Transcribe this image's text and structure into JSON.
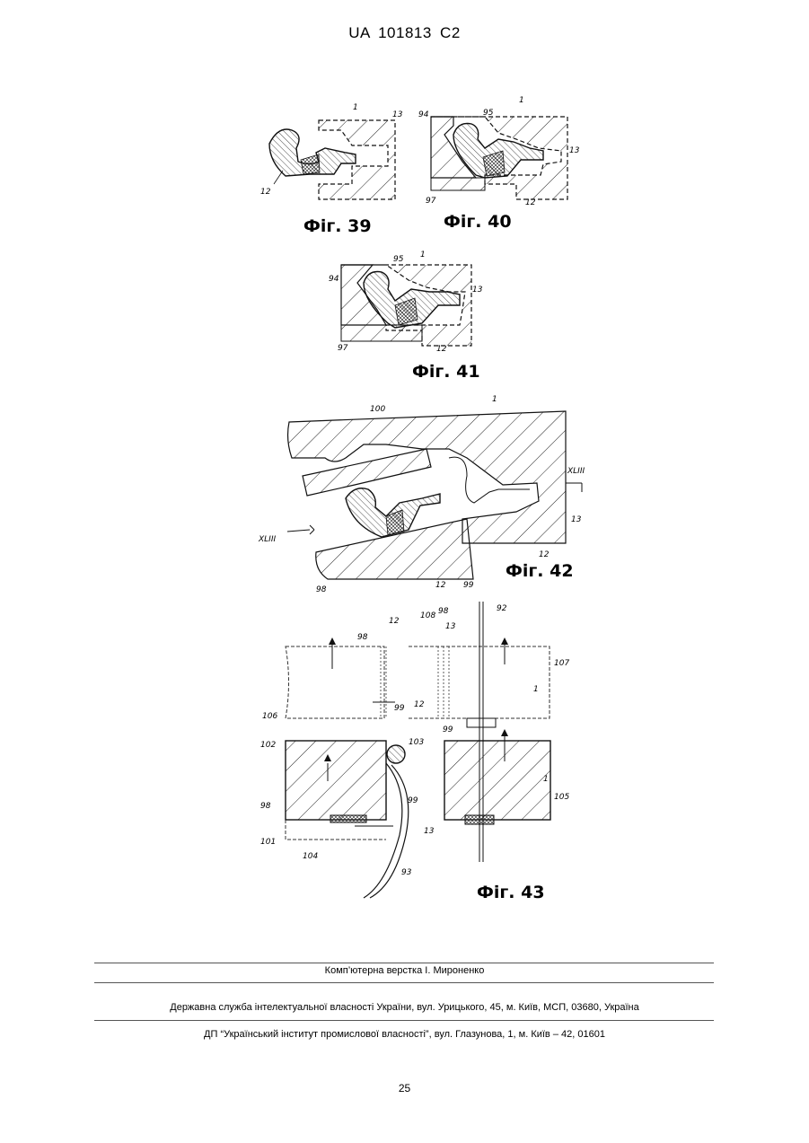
{
  "header": {
    "doc_id": "UA   101813   C2"
  },
  "figures": {
    "fig39": {
      "label": "Фіг. 39",
      "refs": {
        "r1": "1",
        "r13": "13",
        "r12": "12"
      }
    },
    "fig40": {
      "label": "Фіг. 40",
      "refs": {
        "r94": "94",
        "r95": "95",
        "r1": "1",
        "r13": "13",
        "r97": "97",
        "r12": "12"
      }
    },
    "fig41": {
      "label": "Фіг. 41",
      "refs": {
        "r95": "95",
        "r1": "1",
        "r94": "94",
        "r13": "13",
        "r97": "97",
        "r12": "12"
      }
    },
    "fig42": {
      "label": "Фіг. 42",
      "refs": {
        "r1": "1",
        "r100": "100",
        "rXLIII_a": "XLIII",
        "rXLIII_b": "XLIII",
        "r13": "13",
        "r12a": "12",
        "r98": "98",
        "r12b": "12",
        "r99": "99"
      }
    },
    "fig43": {
      "label": "Фіг. 43",
      "refs": {
        "r108": "108",
        "r98a": "98",
        "r12a": "12",
        "r98b": "98",
        "r13a": "13",
        "r92": "92",
        "r107": "107",
        "r1a": "1",
        "r106": "106",
        "r99a": "99",
        "r12b": "12",
        "r99b": "99",
        "r102": "102",
        "r103": "103",
        "r1b": "1",
        "r98c": "98",
        "r99c": "99",
        "r105": "105",
        "r101": "101",
        "r13b": "13",
        "r104": "104",
        "r93": "93"
      }
    }
  },
  "footer": {
    "layout_credit": "Комп’ютерна верстка І. Мироненко",
    "agency": "Державна служба інтелектуальної власності України, вул. Урицького, 45, м. Київ, МСП, 03680, Україна",
    "publisher": "ДП “Український інститут промислової власності”, вул. Глазунова, 1, м. Київ – 42, 01601"
  },
  "page_number": "25"
}
